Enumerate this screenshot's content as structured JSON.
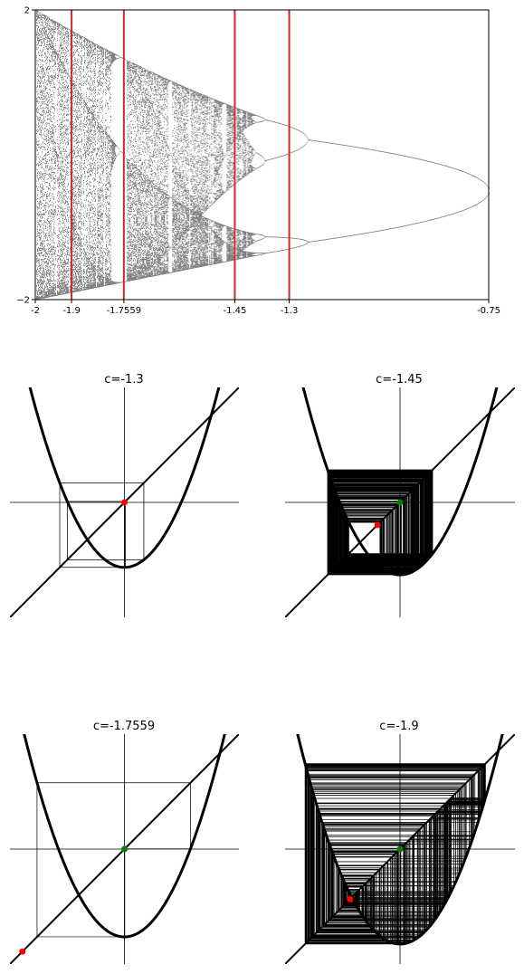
{
  "chart_data": [
    {
      "type": "scatter",
      "description_kind": "bifurcation-diagram",
      "xlim": [
        -2,
        -0.75
      ],
      "ylim": [
        -2,
        2
      ],
      "x_ticks": [
        "-2",
        "-1.9",
        "-1.7559",
        "-1.45",
        "-1.3",
        "-0.75"
      ],
      "x_tick_values": [
        -2,
        -1.9,
        -1.7559,
        -1.45,
        -1.3,
        -0.75
      ],
      "y_ticks": [
        "2",
        "−2"
      ],
      "y_tick_values": [
        2,
        -2
      ],
      "marker_lines": [
        -1.9,
        -1.7559,
        -1.45,
        -1.3
      ],
      "marker_color": "#d62728",
      "point_color": "#000000",
      "grid": false
    },
    {
      "type": "line",
      "title": "c=-1.3",
      "c": -1.3,
      "xlim": [
        -2.3,
        2.3
      ],
      "ylim": [
        -2.3,
        2.3
      ],
      "start_point": {
        "x": 0,
        "y": 0,
        "color": "#ff0000"
      },
      "grid": false
    },
    {
      "type": "line",
      "title": "c=-1.45",
      "c": -1.45,
      "xlim": [
        -2.3,
        2.3
      ],
      "ylim": [
        -2.3,
        2.3
      ],
      "start_point": {
        "x": -0.45,
        "y": -0.45,
        "color": "#ff0000"
      },
      "fixed_point": {
        "x": 0,
        "y": 0,
        "color": "#008000"
      },
      "grid": false
    },
    {
      "type": "line",
      "title": "c=-1.7559",
      "c": -1.7559,
      "xlim": [
        -2.3,
        2.3
      ],
      "ylim": [
        -2.3,
        2.3
      ],
      "start_point": {
        "x": -2.05,
        "y": -2.05,
        "color": "#ff0000"
      },
      "fixed_point": {
        "x": 0,
        "y": 0,
        "color": "#008000"
      },
      "grid": false
    },
    {
      "type": "line",
      "title": "c=-1.9",
      "c": -1.9,
      "xlim": [
        -2.3,
        2.3
      ],
      "ylim": [
        -2.3,
        2.3
      ],
      "start_point": {
        "x": -1,
        "y": -1,
        "color": "#ff0000"
      },
      "fixed_point": {
        "x": 0,
        "y": 0,
        "color": "#008000"
      },
      "grid": false
    }
  ]
}
